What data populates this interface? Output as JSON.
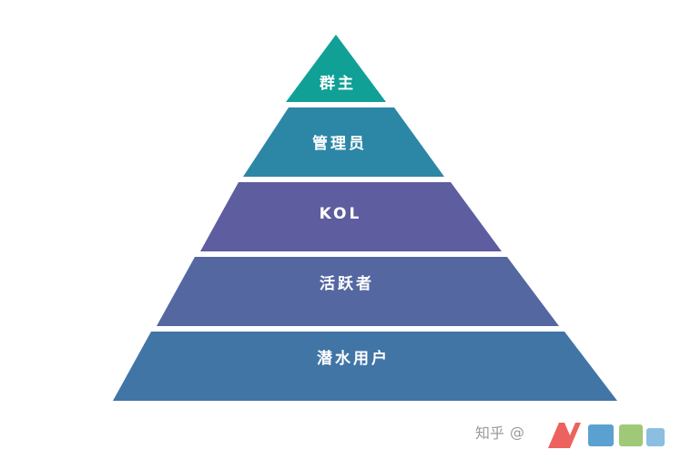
{
  "pyramid": {
    "tiers": [
      {
        "label": "群主",
        "color": "#11a096"
      },
      {
        "label": "管理员",
        "color": "#2c86a6"
      },
      {
        "label": "KOL",
        "color": "#5e5d9f"
      },
      {
        "label": "活跃者",
        "color": "#5467a1"
      },
      {
        "label": "潜水用户",
        "color": "#4175a6"
      }
    ]
  },
  "watermark": {
    "source": "知乎",
    "handle": "@",
    "icon": "renren-logo-watermark",
    "logo_color_red": "#e8332d",
    "logo_color_blue": "#1b7ec1",
    "logo_color_green": "#7ab545"
  }
}
